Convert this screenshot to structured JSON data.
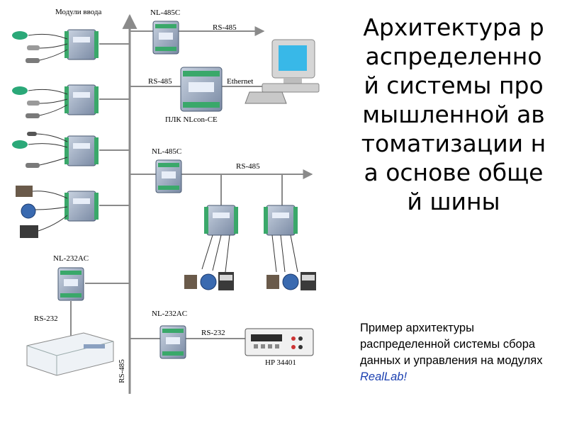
{
  "title": "Архитектура распределенной системы промышленной автоматизации на основе общей шины",
  "caption": {
    "text": "Пример архитектуры распределенной системы сбора данных и управления на модулях",
    "brand": "RealLab!"
  },
  "labels": {
    "input_modules": "Модули ввода",
    "nl485c_top": "NL-485C",
    "rs485_top": "RS-485",
    "rs485_plc": "RS-485",
    "ethernet": "Ethernet",
    "plc": "ПЛК NLcon-CE",
    "nl485c_mid": "NL-485C",
    "rs485_mid": "RS-485",
    "nl232ac_left": "NL-232AC",
    "rs232_left": "RS-232",
    "nl232ac_bottom": "NL-232AC",
    "rs232_bottom": "RS-232",
    "hp": "HP 34401",
    "rs485_bus": "RS-485"
  },
  "colors": {
    "bus": "#8a8a8a",
    "module": "#9aa8bc",
    "module_dark": "#5a6a82",
    "terminal": "#3aa86a",
    "accent": "#1a3fb0"
  }
}
